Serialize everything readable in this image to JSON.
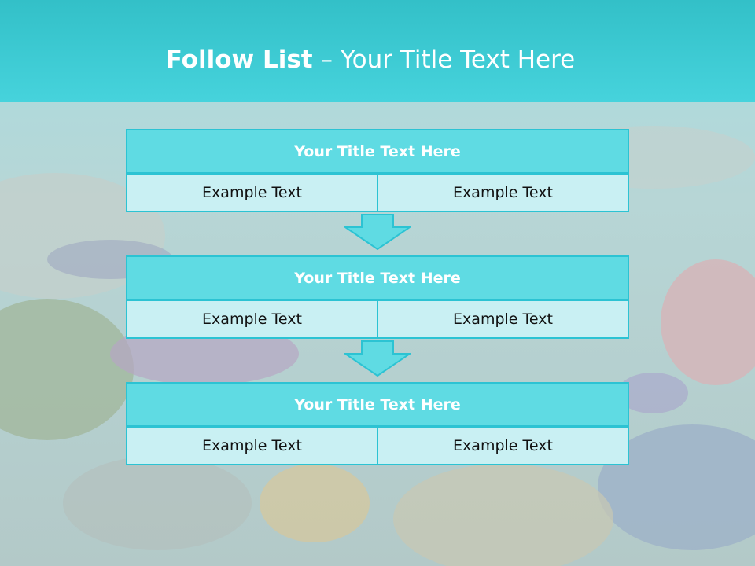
{
  "slide": {
    "title_bold": "Follow List",
    "title_rest": "– Your Title Text Here"
  },
  "steps": [
    {
      "title": "Your Title Text Here",
      "left": "Example Text",
      "right": "Example Text"
    },
    {
      "title": "Your Title Text Here",
      "left": "Example Text",
      "right": "Example Text"
    },
    {
      "title": "Your Title Text Here",
      "left": "Example Text",
      "right": "Example Text"
    }
  ],
  "colors": {
    "header_band": "#3fcfd8",
    "block_title_fill": "#5fdbe3",
    "block_cell_fill": "#c9f0f3",
    "border": "#2cc3d3"
  },
  "icons": {
    "connector": "arrow-down-icon"
  }
}
